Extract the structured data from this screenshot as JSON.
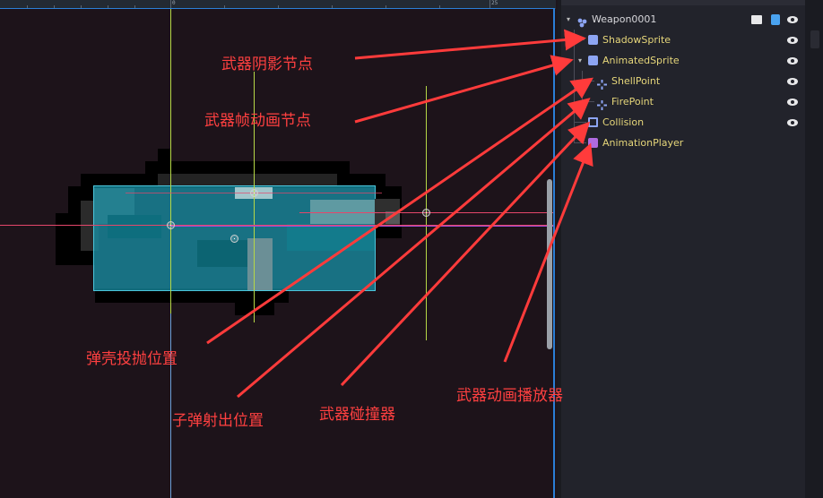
{
  "ruler": {
    "mark_zero": "0",
    "mark_25": "25"
  },
  "scene_tree": {
    "root": {
      "label": "Weapon0001",
      "icon": "scene-node-icon"
    },
    "nodes": [
      {
        "label": "ShadowSprite",
        "icon": "sprite-icon",
        "visible": true
      },
      {
        "label": "AnimatedSprite",
        "icon": "animated-sprite-icon",
        "visible": true
      },
      {
        "label": "ShellPoint",
        "icon": "position-node-icon",
        "visible": true
      },
      {
        "label": "FirePoint",
        "icon": "position-node-icon",
        "visible": true
      },
      {
        "label": "Collision",
        "icon": "collision-shape-icon",
        "visible": true
      },
      {
        "label": "AnimationPlayer",
        "icon": "animation-player-icon",
        "visible": false
      }
    ]
  },
  "annotations": {
    "shadow": "武器阴影节点",
    "animated": "武器帧动画节点",
    "shell": "弹壳投抛位置",
    "fire": "子弹射出位置",
    "collision": "武器碰撞器",
    "animplayer": "武器动画播放器"
  },
  "colors": {
    "annotation": "#ff4040",
    "node_label": "#e6d67a",
    "collision_shape": "#1aa3b8",
    "axis_x": "#e5466b",
    "axis_y": "#b6d847",
    "frame": "#2b7fd6"
  }
}
